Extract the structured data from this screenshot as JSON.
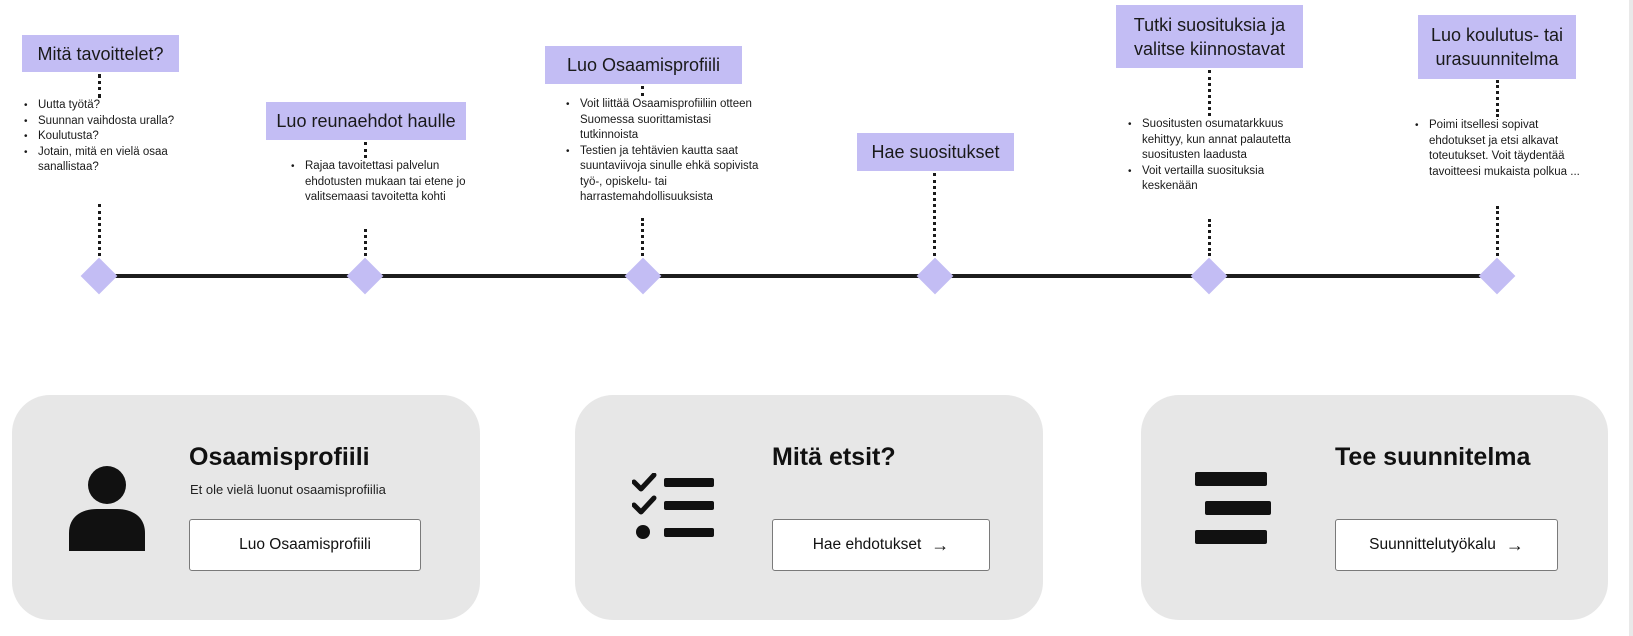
{
  "steps": [
    {
      "label": "Mitä tavoittelet?",
      "bullets": [
        "Uutta työtä?",
        "Suunnan vaihdosta uralla?",
        "Koulutusta?",
        "Jotain, mitä en vielä osaa sanallistaa?"
      ]
    },
    {
      "label": "Luo reunaehdot haulle",
      "bullets": [
        "Rajaa tavoitettasi palvelun ehdotusten mukaan tai etene jo valitsemaasi tavoitetta kohti"
      ]
    },
    {
      "label": "Luo Osaamisprofiili",
      "bullets": [
        "Voit liittää Osaamisprofiiliin otteen Suomessa suorittamistasi tutkinnoista",
        "Testien ja tehtävien kautta saat suuntaviivoja sinulle ehkä sopivista työ-, opiskelu- tai harrastemahdollisuuksista"
      ]
    },
    {
      "label": "Hae suositukset",
      "bullets": []
    },
    {
      "label": "Tutki suosituksia ja valitse kiinnostavat",
      "bullets": [
        "Suositusten osumatarkkuus kehittyy, kun annat palautetta suositusten laadusta",
        "Voit vertailla suosituksia keskenään"
      ]
    },
    {
      "label": "Luo koulutus- tai urasuunnitelma",
      "bullets": [
        "Poimi itsellesi sopivat ehdotukset ja etsi alkavat toteutukset. Voit täydentää tavoitteesi mukaista polkua ..."
      ]
    }
  ],
  "cards": {
    "profile": {
      "title": "Osaamisprofiili",
      "subtitle": "Et ole vielä luonut osaamisprofiilia",
      "button": "Luo Osaamisprofiili",
      "icon": "person-icon"
    },
    "search": {
      "title": "Mitä etsit?",
      "button": "Hae ehdotukset",
      "icon": "checklist-icon"
    },
    "plan": {
      "title": "Tee suunnitelma",
      "button": "Suunnittelutyökalu",
      "icon": "lines-icon"
    }
  },
  "colors": {
    "accent": "#c3bdf4",
    "card_bg": "#e7e7e7",
    "line": "#1d1d1d"
  }
}
